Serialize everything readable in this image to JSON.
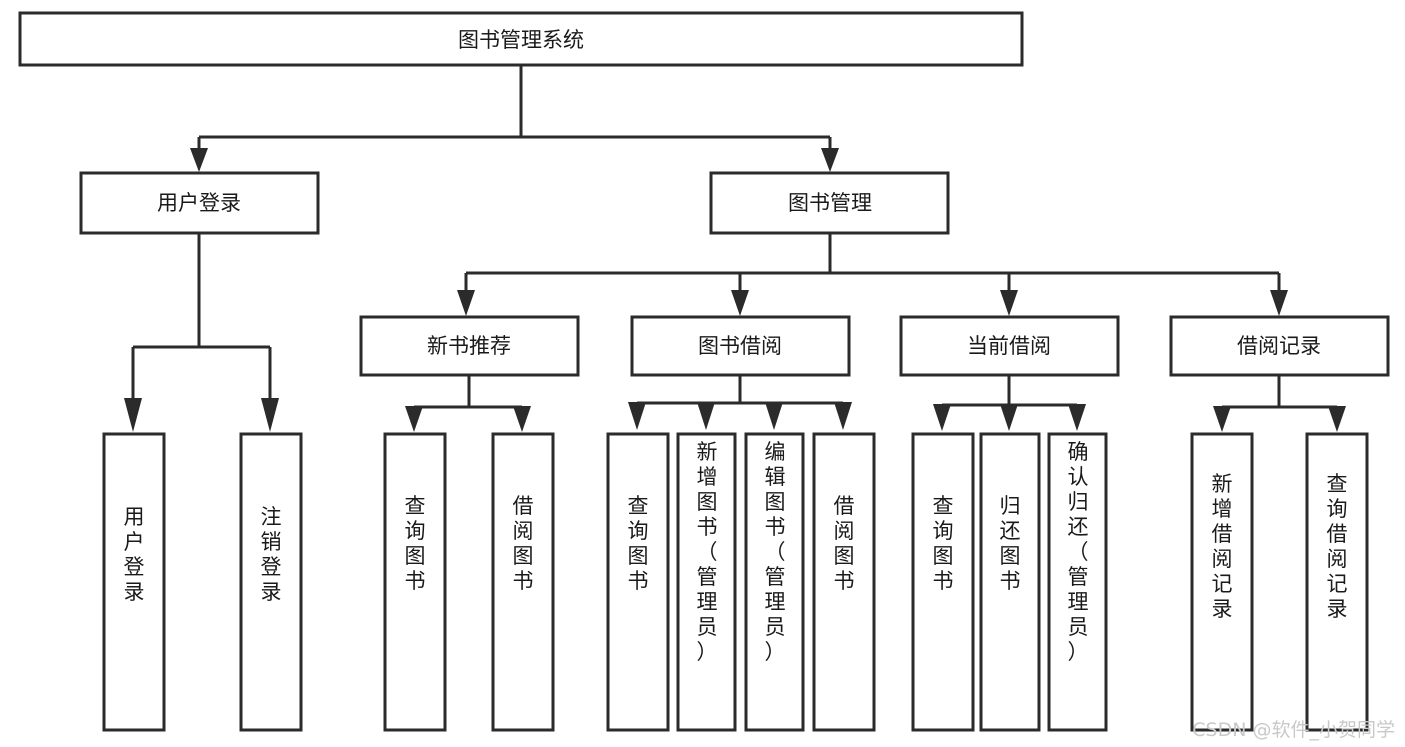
{
  "diagram": {
    "title": "图书管理系统",
    "type": "tree-hierarchy",
    "watermark": "CSDN @软件_小贺同学",
    "colors": {
      "box_stroke": "#2b2b2b",
      "box_fill": "#ffffff",
      "text": "#1a1a1a",
      "connector": "#2b2b2b",
      "watermark": "#c9c9c9",
      "background": "#ffffff"
    },
    "root": {
      "id": "root",
      "label": "图书管理系统"
    },
    "level2": [
      {
        "id": "user-login",
        "label": "用户登录"
      },
      {
        "id": "book-manage",
        "label": "图书管理"
      }
    ],
    "level3": [
      {
        "id": "new-book-rec",
        "label": "新书推荐",
        "parent": "book-manage"
      },
      {
        "id": "book-borrow",
        "label": "图书借阅",
        "parent": "book-manage"
      },
      {
        "id": "current-borrow",
        "label": "当前借阅",
        "parent": "book-manage"
      },
      {
        "id": "borrow-record",
        "label": "借阅记录",
        "parent": "book-manage"
      }
    ],
    "leaves": {
      "user-login": [
        {
          "id": "leaf-user-login",
          "label": "用户登录"
        },
        {
          "id": "leaf-logout",
          "label": "注销登录"
        }
      ],
      "new-book-rec": [
        {
          "id": "leaf-query-book-1",
          "label": "查询图书"
        },
        {
          "id": "leaf-borrow-book-1",
          "label": "借阅图书"
        }
      ],
      "book-borrow": [
        {
          "id": "leaf-query-book-2",
          "label": "查询图书"
        },
        {
          "id": "leaf-add-book",
          "label": "新增图书（管理员）"
        },
        {
          "id": "leaf-edit-book",
          "label": "编辑图书（管理员）"
        },
        {
          "id": "leaf-borrow-book-2",
          "label": "借阅图书"
        }
      ],
      "current-borrow": [
        {
          "id": "leaf-query-book-3",
          "label": "查询图书"
        },
        {
          "id": "leaf-return-book",
          "label": "归还图书"
        },
        {
          "id": "leaf-confirm-return",
          "label": "确认归还（管理员）"
        }
      ],
      "borrow-record": [
        {
          "id": "leaf-add-record",
          "label": "新增借阅记录"
        },
        {
          "id": "leaf-query-record",
          "label": "查询借阅记录"
        }
      ]
    }
  }
}
